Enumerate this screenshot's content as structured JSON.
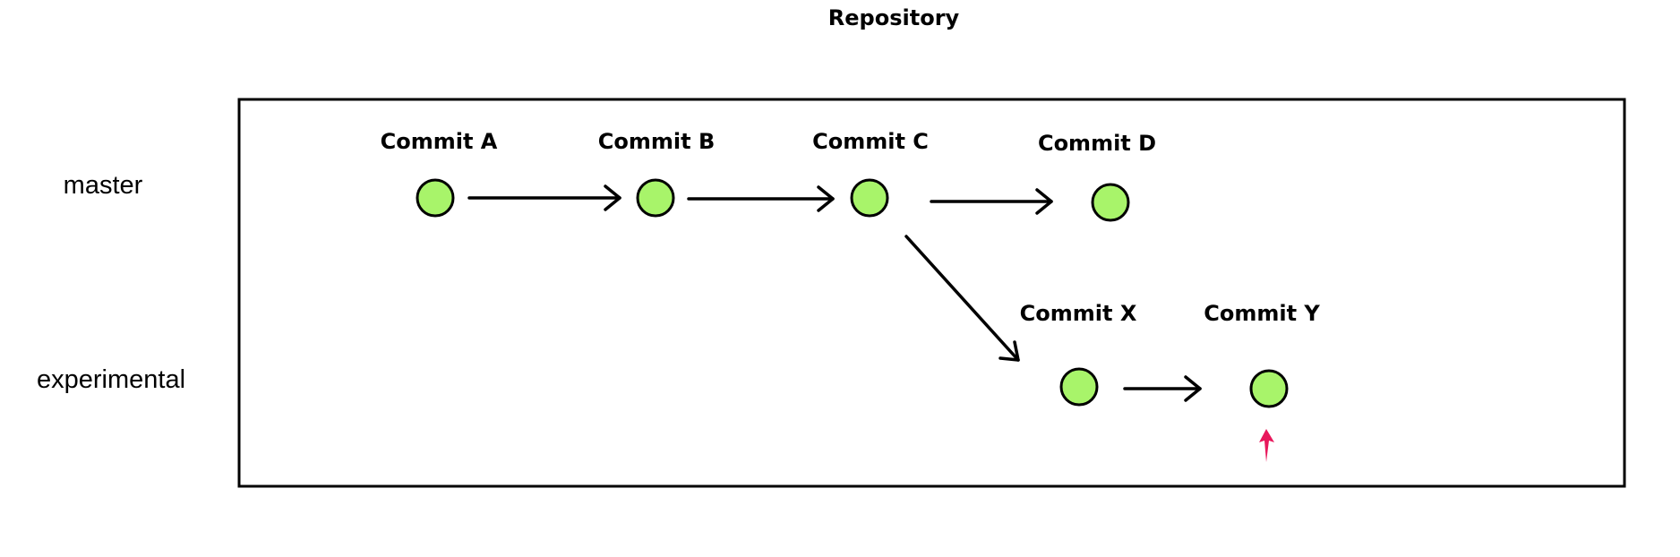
{
  "title": "Repository",
  "colors": {
    "commit_fill": "#a8f46a",
    "pointer": "#e8185c",
    "stroke": "#000000"
  },
  "branches": [
    {
      "id": "master",
      "label": "master"
    },
    {
      "id": "experimental",
      "label": "experimental"
    }
  ],
  "commits": [
    {
      "id": "A",
      "label": "Commit A",
      "branch": "master"
    },
    {
      "id": "B",
      "label": "Commit B",
      "branch": "master"
    },
    {
      "id": "C",
      "label": "Commit C",
      "branch": "master"
    },
    {
      "id": "D",
      "label": "Commit D",
      "branch": "master"
    },
    {
      "id": "X",
      "label": "Commit X",
      "branch": "experimental"
    },
    {
      "id": "Y",
      "label": "Commit Y",
      "branch": "experimental"
    }
  ],
  "edges": [
    {
      "from": "A",
      "to": "B"
    },
    {
      "from": "B",
      "to": "C"
    },
    {
      "from": "C",
      "to": "D"
    },
    {
      "from": "C",
      "to": "X"
    },
    {
      "from": "X",
      "to": "Y"
    }
  ],
  "pointer": {
    "target": "Y",
    "icon": "pointer-arrow-icon"
  }
}
